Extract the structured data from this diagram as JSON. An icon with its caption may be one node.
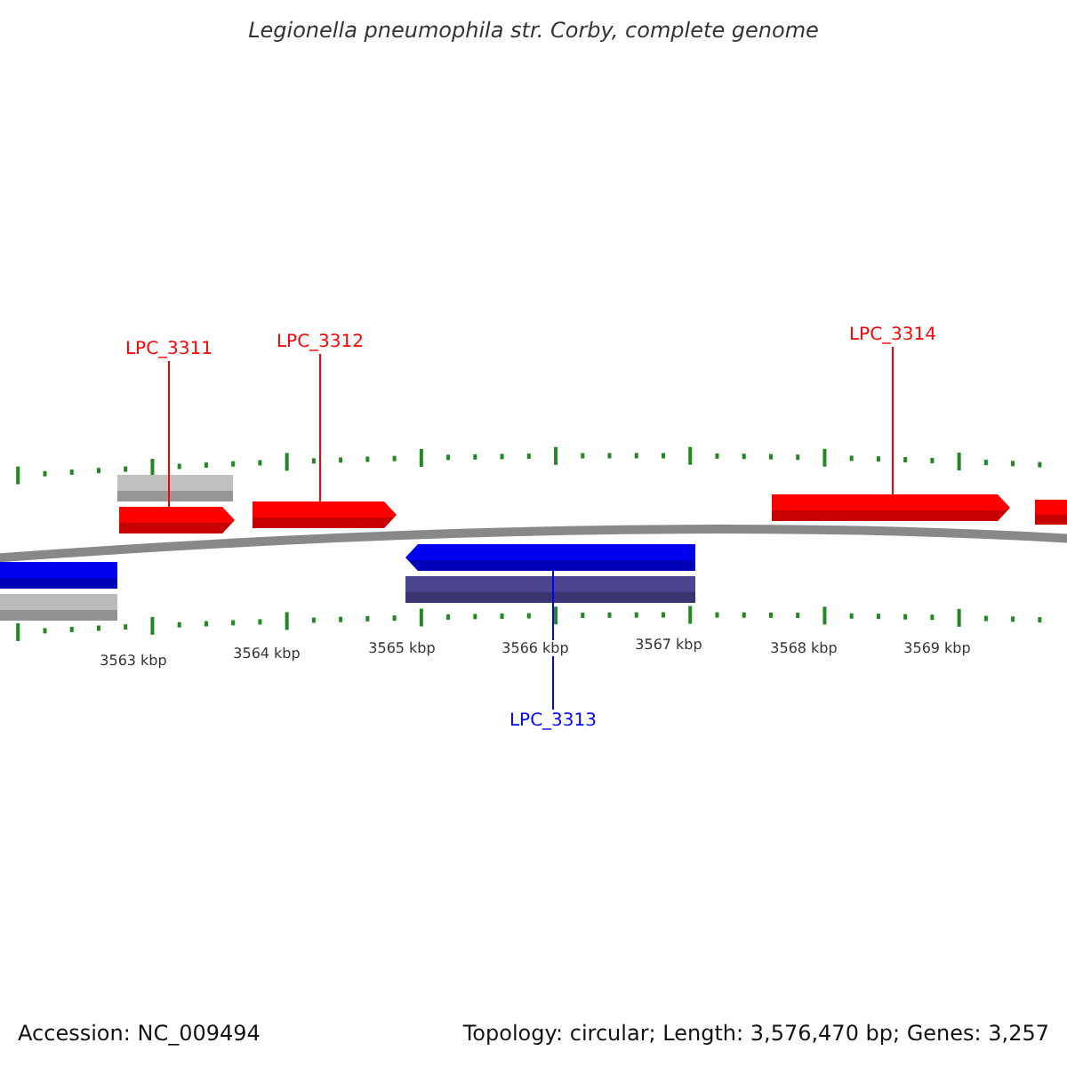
{
  "diagram": {
    "title": "Legionella pneumophila str. Corby, complete genome",
    "nodes": [
      {
        "text": [
          "LPC_3311"
        ]
      },
      {
        "text": [],
        "shape": "bar"
      },
      {
        "text": [
          "LPC_3312"
        ]
      },
      {
        "text": [],
        "shape": "bar"
      },
      {
        "text": [
          "LPC_3314"
        ]
      },
      {
        "text": [],
        "shape": "bar"
      },
      {
        "text": [
          "LPC_3313"
        ]
      },
      {
        "text": [],
        "shape": "bar"
      }
    ],
    "edges": [
      {
        "from": 0,
        "to": 1,
        "arrow": "none"
      },
      {
        "from": 2,
        "to": 3,
        "arrow": "none"
      },
      {
        "from": 4,
        "to": 5,
        "arrow": "none"
      },
      {
        "from": 6,
        "to": 7,
        "arrow": "none",
        "color": "#0000ff"
      }
    ],
    "labels": [
      "3563 kbp",
      "3564 kbp",
      "3565 kbp",
      "3566 kbp",
      "3567 kbp",
      "3568 kbp",
      "3569 kbp",
      "Accession: NC_009494",
      "Topology: circular; Length: 3,576,470 bp; Genes: 3,257"
    ]
  }
}
